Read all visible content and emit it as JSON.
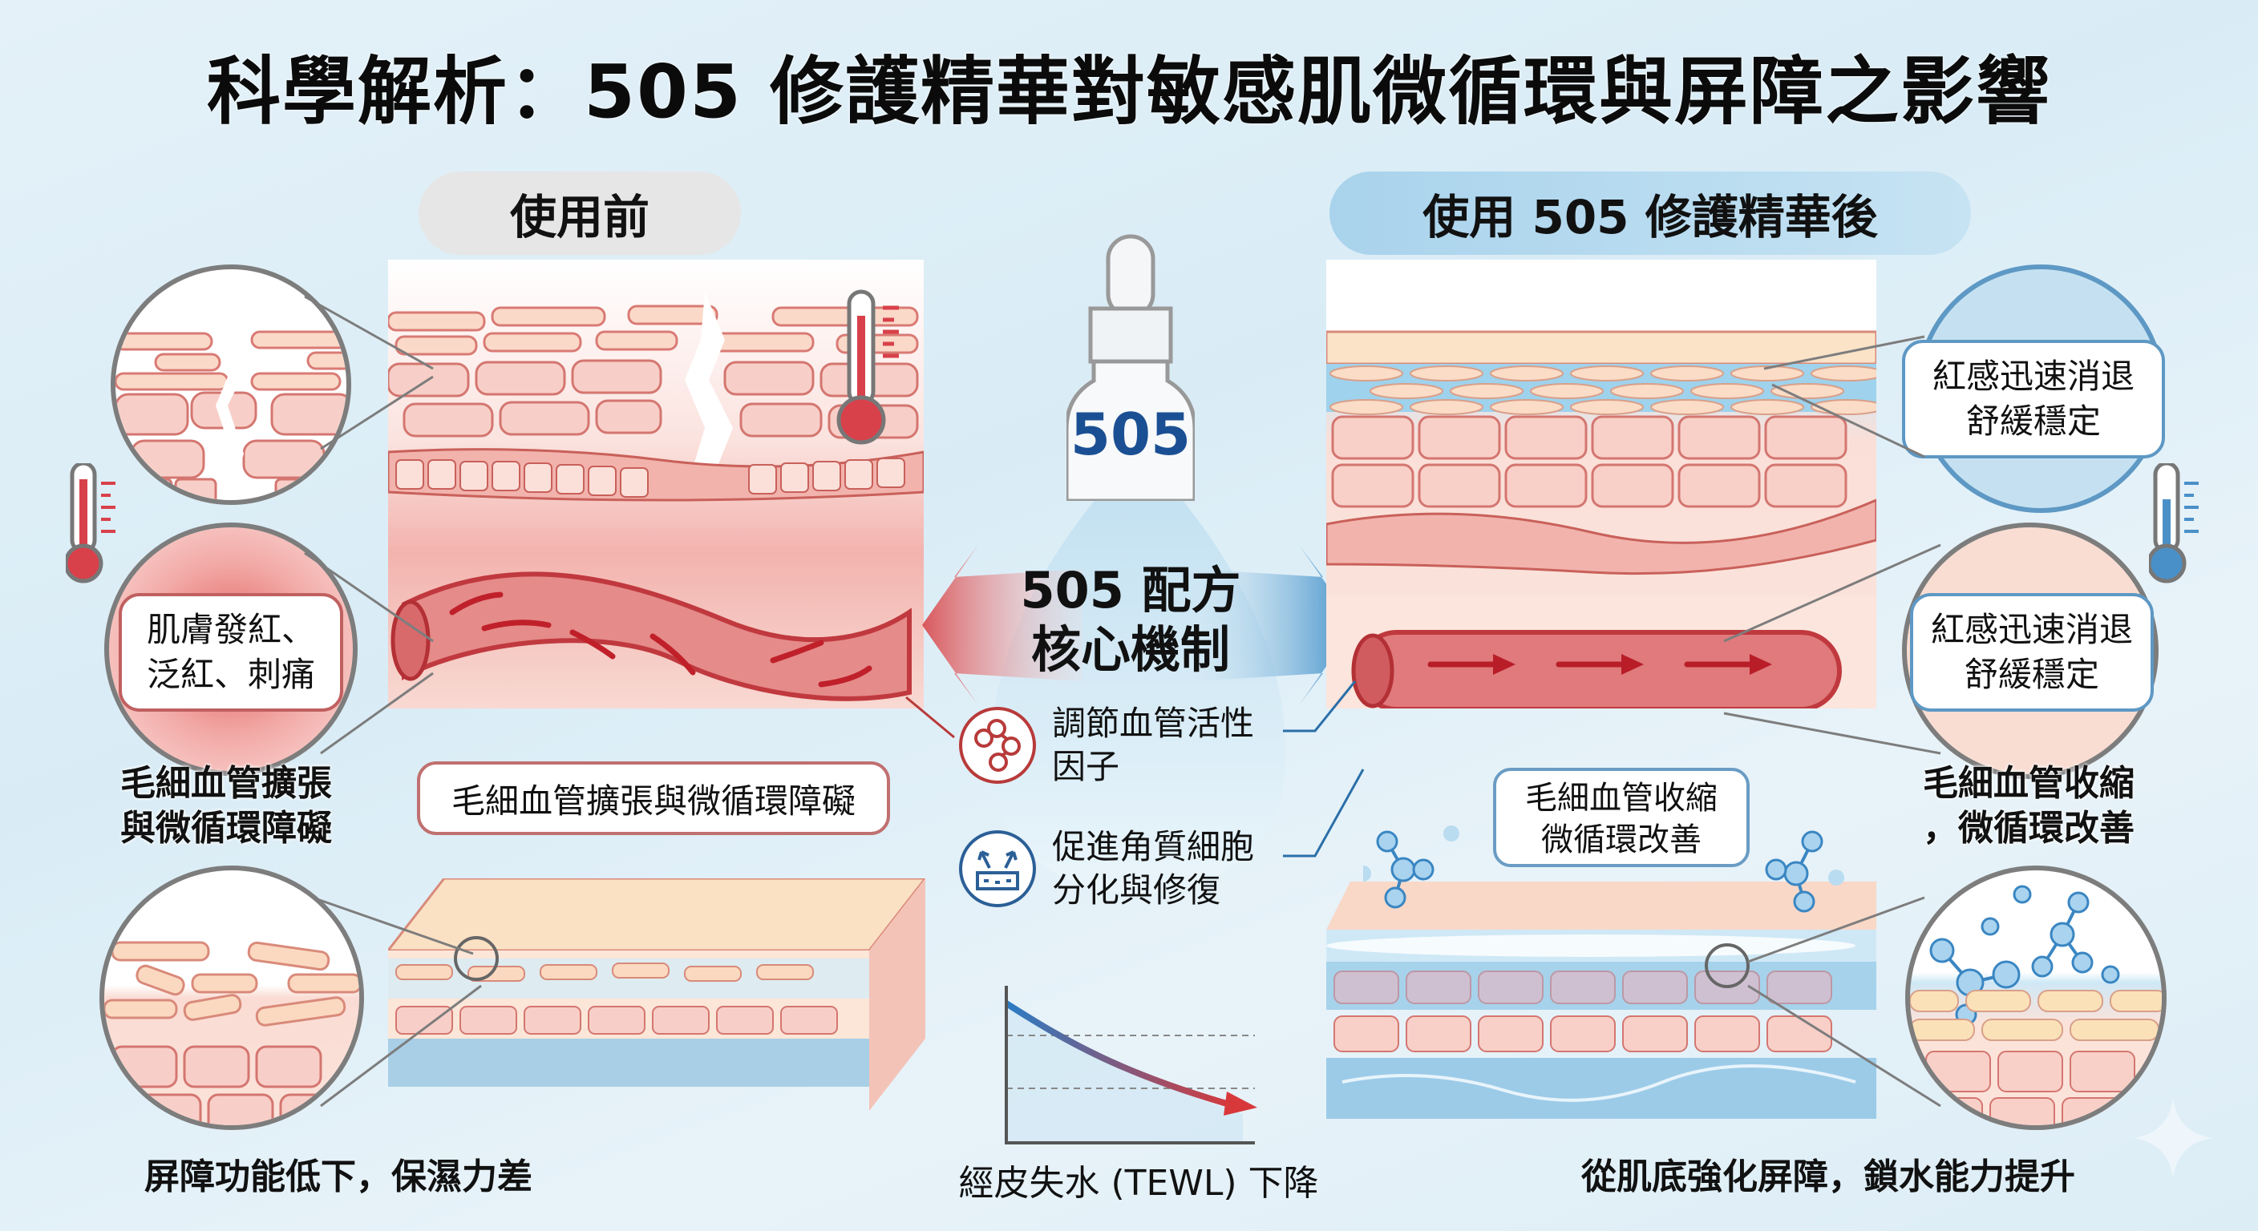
{
  "title": "科學解析：505 修護精華對敏感肌微循環與屏障之影響",
  "before": {
    "header": "使用前",
    "zoom_top_caption": "",
    "symptom_label": "肌膚發紅、\n泛紅、刺痛",
    "symptom_line1": "肌膚發紅、",
    "symptom_line2": "泛紅、刺痛",
    "capillary_caption_line1": "毛細血管擴張",
    "capillary_caption_line2": "與微循環障礙",
    "vessel_label": "毛細血管擴張與微循環障礙",
    "barrier_caption": "屏障功能低下，保濕力差",
    "colors": {
      "accent": "#d9534f",
      "vessel": "#c9454a"
    }
  },
  "center": {
    "bottle_label": "505",
    "mechanism_title_line1": "505 配方",
    "mechanism_title_line2": "核心機制",
    "mechanisms": [
      {
        "icon": "molecule-network-icon",
        "line1": "調節血管活性",
        "line2": "因子",
        "color": "#b83a3a"
      },
      {
        "icon": "skin-repair-arrows-icon",
        "line1": "促進角質細胞",
        "line2": "分化與修復",
        "color": "#2b5f96"
      }
    ],
    "tewl_caption": "經皮失水 (TEWL) 下降"
  },
  "after": {
    "header": "使用 505 修護精華後",
    "calm_label_top_line1": "紅感迅速消退",
    "calm_label_top_line2": "舒緩穩定",
    "calm_label_mid_line1": "紅感迅速消退",
    "calm_label_mid_line2": "舒緩穩定",
    "capillary_caption_line1": "毛細血管收縮",
    "capillary_caption_line2": "，微循環改善",
    "speech_line1": "毛細血管收縮",
    "speech_line2": "微循環改善",
    "barrier_caption": "從肌底強化屏障，鎖水能力提升",
    "colors": {
      "accent": "#4a90c8",
      "vessel": "#d25a5a"
    }
  },
  "chart_data": {
    "type": "line",
    "title": "經皮失水 (TEWL) 下降",
    "xlabel": "",
    "ylabel": "",
    "x": [
      0,
      1,
      2,
      3,
      4,
      5
    ],
    "series": [
      {
        "name": "TEWL",
        "values": [
          100,
          82,
          66,
          54,
          44,
          36
        ]
      }
    ],
    "grid": "dashed-horizontal",
    "gridlines": 2,
    "trend": "decreasing"
  }
}
